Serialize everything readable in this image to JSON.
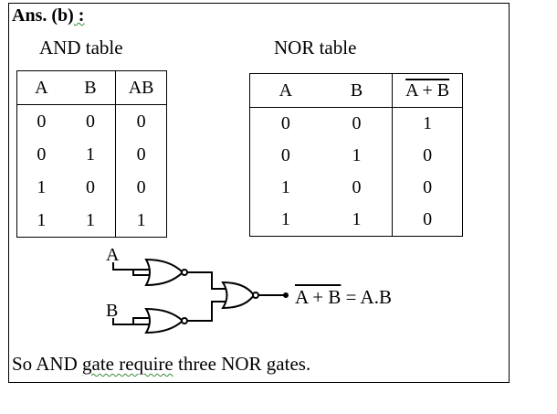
{
  "heading": {
    "prefix": "Ans. (b)",
    "suffix": " :"
  },
  "and_section": {
    "title": "AND table",
    "headers": [
      "A",
      "B",
      "AB"
    ],
    "rows": [
      [
        "0",
        "0",
        "0"
      ],
      [
        "0",
        "1",
        "0"
      ],
      [
        "1",
        "0",
        "0"
      ],
      [
        "1",
        "1",
        "1"
      ]
    ]
  },
  "nor_section": {
    "title": "NOR table",
    "headers": [
      "A",
      "B",
      "A + B"
    ],
    "rows": [
      [
        "0",
        "0",
        "1"
      ],
      [
        "0",
        "1",
        "0"
      ],
      [
        "1",
        "0",
        "0"
      ],
      [
        "1",
        "1",
        "0"
      ]
    ]
  },
  "circuit": {
    "input_a": "A",
    "input_b": "B",
    "equation_left": "A + B",
    "equation_right": " = A.B"
  },
  "conclusion": {
    "before": "So AND ",
    "squiggle": "gate require",
    "after": " three NOR gates."
  }
}
